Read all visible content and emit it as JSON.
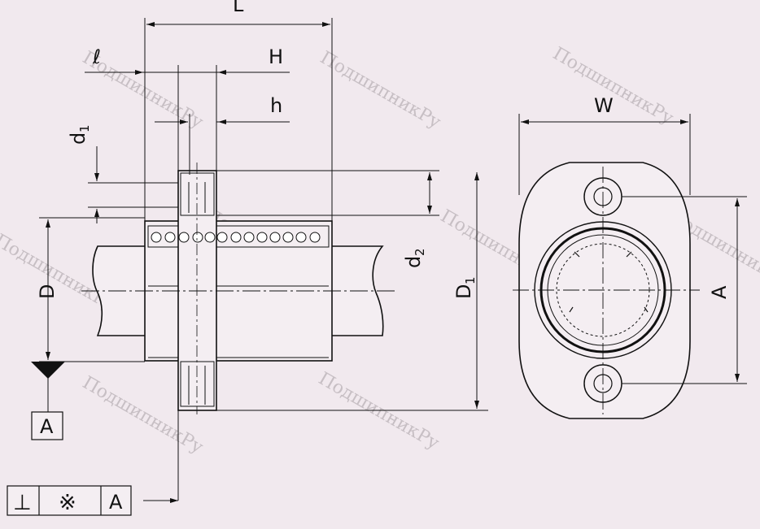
{
  "labels": {
    "L": "L",
    "l": "ℓ",
    "H": "H",
    "h": "h",
    "d1_main": "d",
    "d1_sub": "1",
    "d2_main": "d",
    "d2_sub": "2",
    "D": "D",
    "D1_main": "D",
    "D1_sub": "1",
    "W": "W",
    "A": "A"
  },
  "datum": {
    "label": "A"
  },
  "tolerance_frame": {
    "symbol": "⊥",
    "zone_symbol": "※",
    "datum": "A"
  },
  "watermarks": [
    "ПодшипникРу",
    "ПодшипникРу",
    "ПодшипникРу",
    "ПодшипникРу",
    "ПодшипникРу",
    "ПодшипникРу",
    "ПодшипникРу",
    "ПодшипникРу",
    "ПодшипникРу"
  ],
  "colors": {
    "background": "#f1e9ee",
    "line": "#111111",
    "watermark": "#b9b1b6"
  }
}
